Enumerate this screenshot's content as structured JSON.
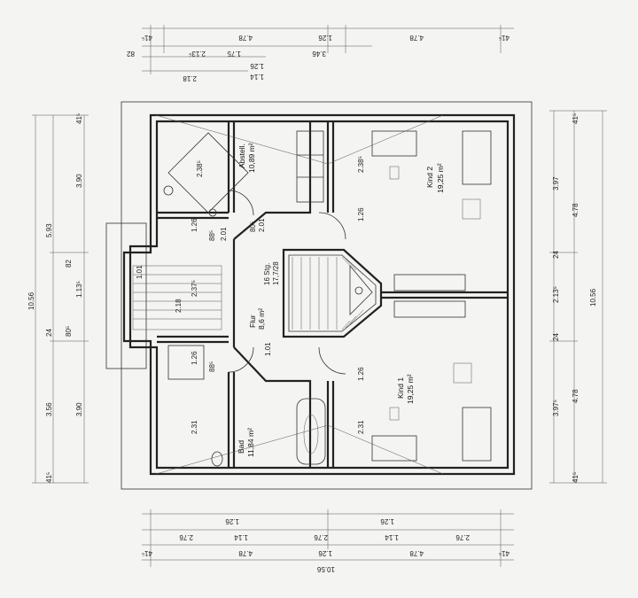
{
  "rooms": {
    "kind2": {
      "name": "Kind 2",
      "area": "19,25 m²"
    },
    "kind1": {
      "name": "Kind 1",
      "area": "19,25 m²"
    },
    "flur": {
      "name": "Flur",
      "area": "8,6 m²"
    },
    "bad": {
      "name": "Bad",
      "area": "11,84 m²"
    },
    "abstell": {
      "name": "Abstell.",
      "area": "10,89 m²"
    }
  },
  "stairs": {
    "steps": "16 Stg.",
    "ratio": "17,7/28"
  },
  "dims": {
    "top": {
      "row1": [
        "41⁵",
        "4.78",
        "1.26",
        "4.78",
        "41⁵"
      ],
      "row2": [
        "82",
        "2.13⁵",
        "1.75",
        "3.46"
      ],
      "row3": [
        "2.18",
        "1.26"
      ],
      "row4": [
        "1.14"
      ]
    },
    "left": [
      "41⁵",
      "3.90",
      "82",
      "1.13⁵",
      "80⁵",
      "24",
      "3.56",
      "3.90",
      "41⁵"
    ],
    "left_outer": [
      "5.93",
      "10.56"
    ],
    "right": [
      "41⁵",
      "3.97",
      "4.78",
      "24",
      "2.13⁵",
      "24",
      "4.78",
      "3.97⁵",
      "41⁵"
    ],
    "right_outer": "10.56",
    "bottom": {
      "row1": [
        "1.26",
        "1.26"
      ],
      "row2": [
        "2.76",
        "1.14",
        "2.76",
        "1.14",
        "2.76"
      ],
      "row3": [
        "41⁵",
        "4.78",
        "1.26",
        "4.78",
        "41⁵"
      ],
      "row4": [
        "10.56"
      ]
    },
    "interior": {
      "abstell_h": "2.38⁵",
      "flur_a": "2.01",
      "flur_b": "80⁵",
      "bad_h": "2.31",
      "kind1_h": "2.31",
      "kind2_h": "2.38⁵",
      "left_a": "1.26",
      "left_b": "2.37⁵",
      "left_c": "2.18",
      "left_d": "1.26",
      "hall_a": "1.01",
      "win": "1.01",
      "s1": "1.26",
      "s2": "1.26",
      "c1": "88⁵",
      "c2": "2.01",
      "c3": "88⁵"
    }
  }
}
